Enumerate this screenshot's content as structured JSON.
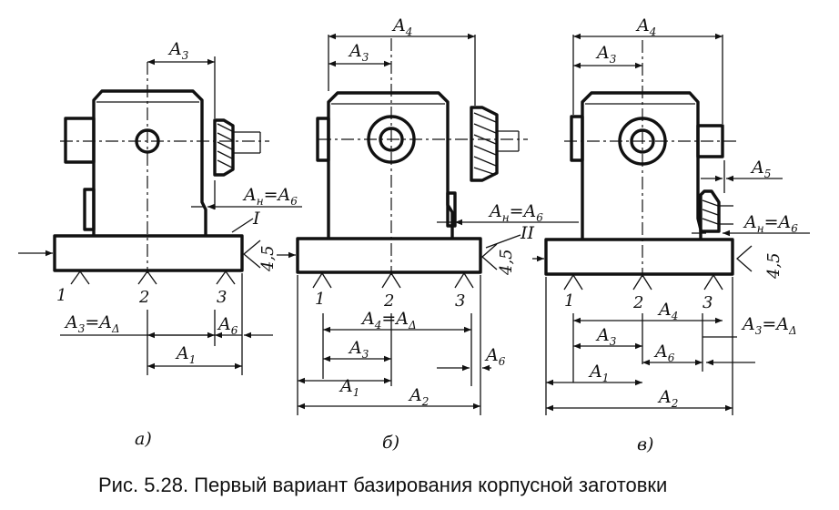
{
  "caption": "Рис. 5.28. Первый вариант базирования корпусной заготовки",
  "panels": {
    "a": {
      "label": "а)",
      "A3_top": {
        "main": "A",
        "sub": "3"
      },
      "An_eq_A6": {
        "main": "A",
        "sub": "н",
        "eq": "=A",
        "sub2": "6"
      },
      "A3_eq_AD": {
        "main": "A",
        "sub": "3",
        "eq": "=A",
        "sub2": "Δ"
      },
      "A6": {
        "main": "A",
        "sub": "6"
      },
      "A1": {
        "main": "A",
        "sub": "1"
      },
      "surface": "I",
      "roughness": "4,5",
      "supports": [
        "1",
        "2",
        "3"
      ]
    },
    "b": {
      "label": "б)",
      "A4_top": {
        "main": "A",
        "sub": "4"
      },
      "A3_top": {
        "main": "A",
        "sub": "3"
      },
      "An_eq_A6": {
        "main": "A",
        "sub": "н",
        "eq": "=A",
        "sub2": "6"
      },
      "A4_eq_AD": {
        "main": "A",
        "sub": "4",
        "eq": "=A",
        "sub2": "Δ"
      },
      "A3": {
        "main": "A",
        "sub": "3"
      },
      "A6": {
        "main": "A",
        "sub": "6"
      },
      "A1": {
        "main": "A",
        "sub": "1"
      },
      "A2": {
        "main": "A",
        "sub": "2"
      },
      "surface": "II",
      "roughness": "4,5",
      "supports": [
        "1",
        "2",
        "3"
      ]
    },
    "c": {
      "label": "в)",
      "A4_top": {
        "main": "A",
        "sub": "4"
      },
      "A3_top": {
        "main": "A",
        "sub": "3"
      },
      "A5": {
        "main": "A",
        "sub": "5"
      },
      "An_eq_A6": {
        "main": "A",
        "sub": "н",
        "eq": "=A",
        "sub2": "6"
      },
      "A4": {
        "main": "A",
        "sub": "4"
      },
      "A3_eq_AD": {
        "main": "A",
        "sub": "3",
        "eq": "=A",
        "sub2": "Δ"
      },
      "A3": {
        "main": "A",
        "sub": "3"
      },
      "A6": {
        "main": "A",
        "sub": "6"
      },
      "A1": {
        "main": "A",
        "sub": "1"
      },
      "A2": {
        "main": "A",
        "sub": "2"
      },
      "roughness": "4,5",
      "supports": [
        "1",
        "2",
        "3"
      ]
    }
  }
}
